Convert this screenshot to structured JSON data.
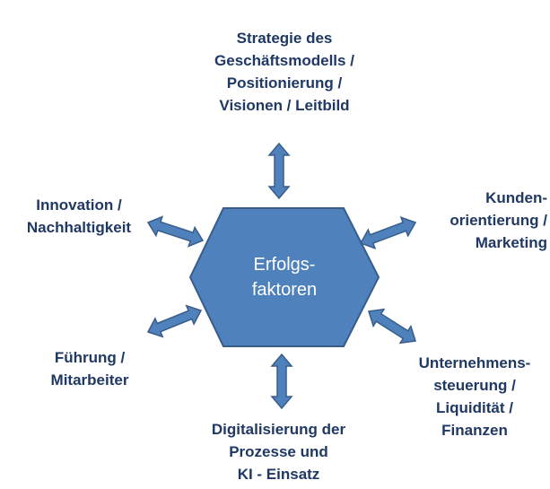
{
  "colors": {
    "hexagon_fill": "#4F81BD",
    "hexagon_stroke": "#385D8A",
    "arrow_fill": "#4F81BD",
    "arrow_stroke": "#385D8A",
    "label_text": "#1F3864",
    "center_text": "#FFFFFF"
  },
  "center": {
    "line1": "Erfolgs-",
    "line2": "faktoren"
  },
  "factors": {
    "top": {
      "lines": [
        "Strategie des",
        "Geschäftsmodells /",
        "Positionierung /",
        "Visionen / Leitbild"
      ]
    },
    "upper_left": {
      "lines": [
        "Innovation /",
        "Nachhaltigkeit"
      ]
    },
    "upper_right": {
      "lines": [
        "Kunden-",
        "orientierung /",
        "Marketing"
      ]
    },
    "lower_left": {
      "lines": [
        "Führung /",
        "Mitarbeiter"
      ]
    },
    "lower_right": {
      "lines": [
        "Unternehmens-",
        "steuerung /",
        "Liquidität /",
        "Finanzen"
      ]
    },
    "bottom": {
      "lines": [
        "Digitalisierung der",
        "Prozesse und",
        "KI - Einsatz"
      ]
    }
  }
}
